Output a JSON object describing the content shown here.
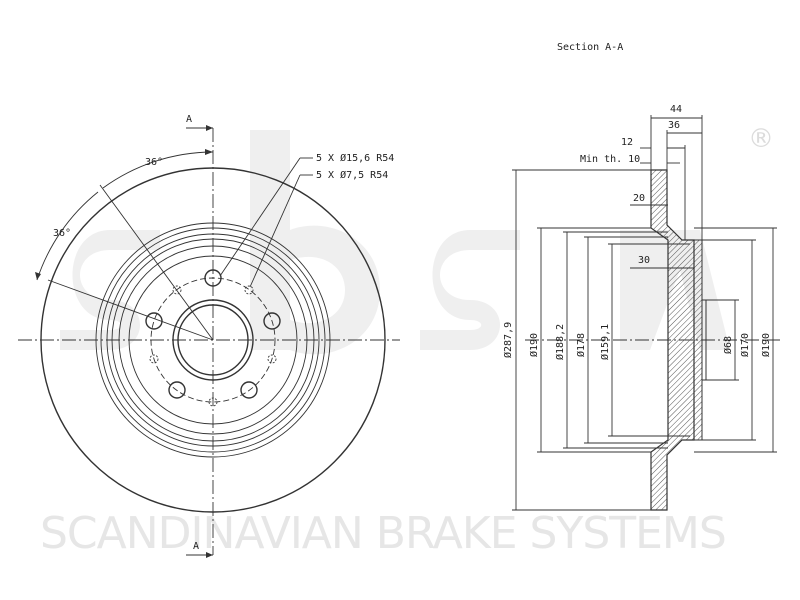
{
  "watermark": {
    "brand_text": "SCANDINAVIAN BRAKE SYSTEMS",
    "registered_mark": "®",
    "logo": "sbs"
  },
  "section_title": "Section A-A",
  "front_view": {
    "section_marker_top": "A",
    "section_marker_bottom": "A",
    "angle_top": "36°",
    "angle_left": "36°",
    "hole_note_1": "5 X Ø15,6   R54",
    "hole_note_2": "5 X Ø7,5   R54"
  },
  "section_view": {
    "dim_44": "44",
    "dim_36": "36",
    "dim_12": "12",
    "min_thickness": "Min th. 10",
    "dim_20": "20",
    "dim_30": "30",
    "diameters": {
      "d287_9": "Ø287,9",
      "d190_left": "Ø190",
      "d188_2": "Ø188,2",
      "d178": "Ø178",
      "d159_1": "Ø159,1",
      "d68": "Ø68",
      "d170": "Ø170",
      "d190_right": "Ø190"
    }
  }
}
